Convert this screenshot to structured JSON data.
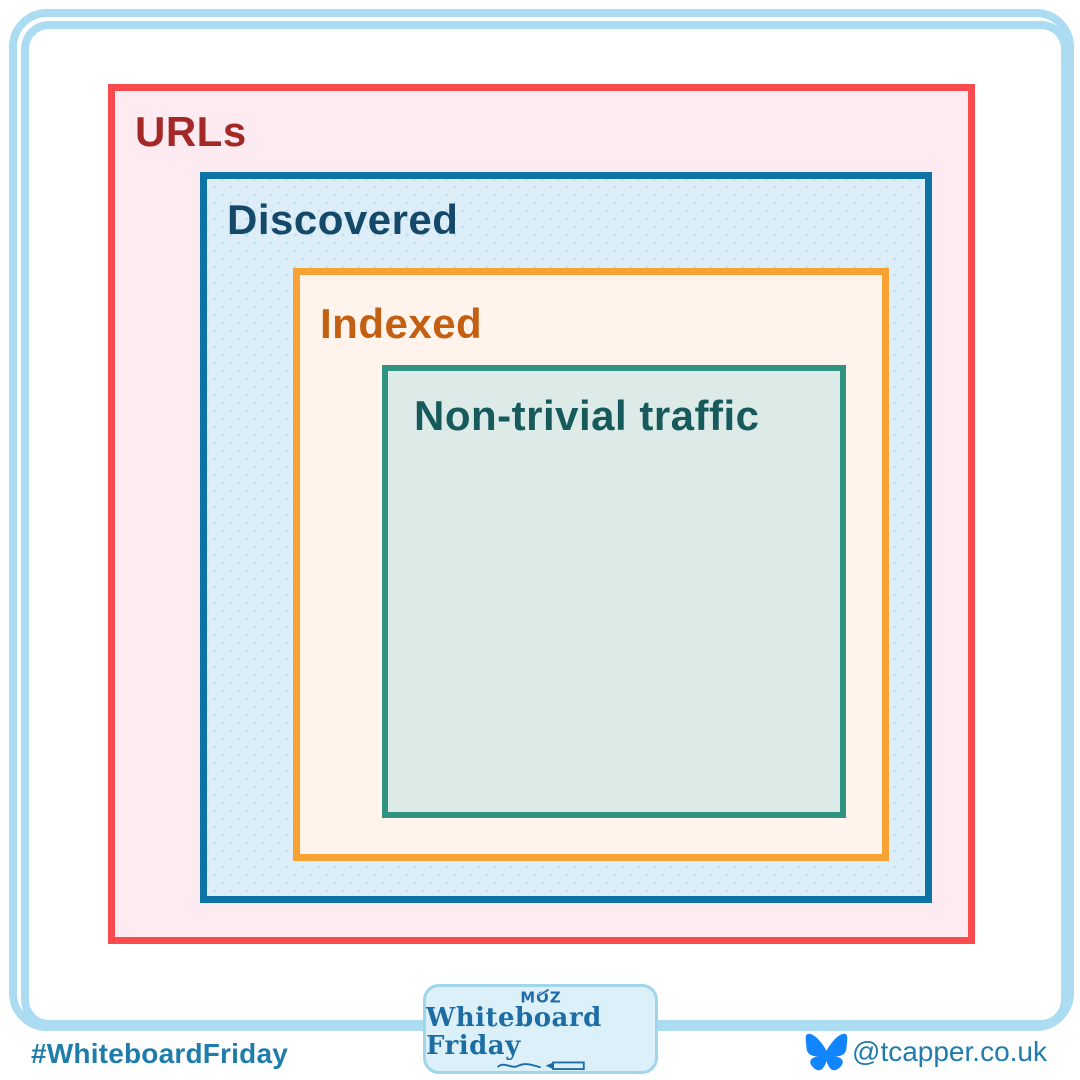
{
  "diagram": {
    "type": "nested-sets",
    "sets": [
      {
        "label": "URLs",
        "border_color": "#f94b4e",
        "fill": "#feeaf1",
        "text_color": "#a32826"
      },
      {
        "label": "Discovered",
        "border_color": "#0b74a4",
        "fill": "#ddeef8",
        "text_color": "#15496a"
      },
      {
        "label": "Indexed",
        "border_color": "#f9a234",
        "fill": "#fff3eb",
        "text_color": "#c25f12"
      },
      {
        "label": "Non-trivial traffic",
        "border_color": "#2e9380",
        "fill": "#dcebe8",
        "text_color": "#165a5b"
      }
    ]
  },
  "frame": {
    "color": "#abdcf1"
  },
  "badge": {
    "logo_text": "MOZ",
    "title": "Whiteboard Friday",
    "fill": "#dcf0fa",
    "border_color": "#9fd6ec",
    "logo_color": "#1f6ba5",
    "title_color": "#1c6da3"
  },
  "footer": {
    "hashtag": "#WhiteboardFriday",
    "handle": "@tcapper.co.uk",
    "text_color": "#1f7cab",
    "butterfly_color": "#1185fe"
  }
}
